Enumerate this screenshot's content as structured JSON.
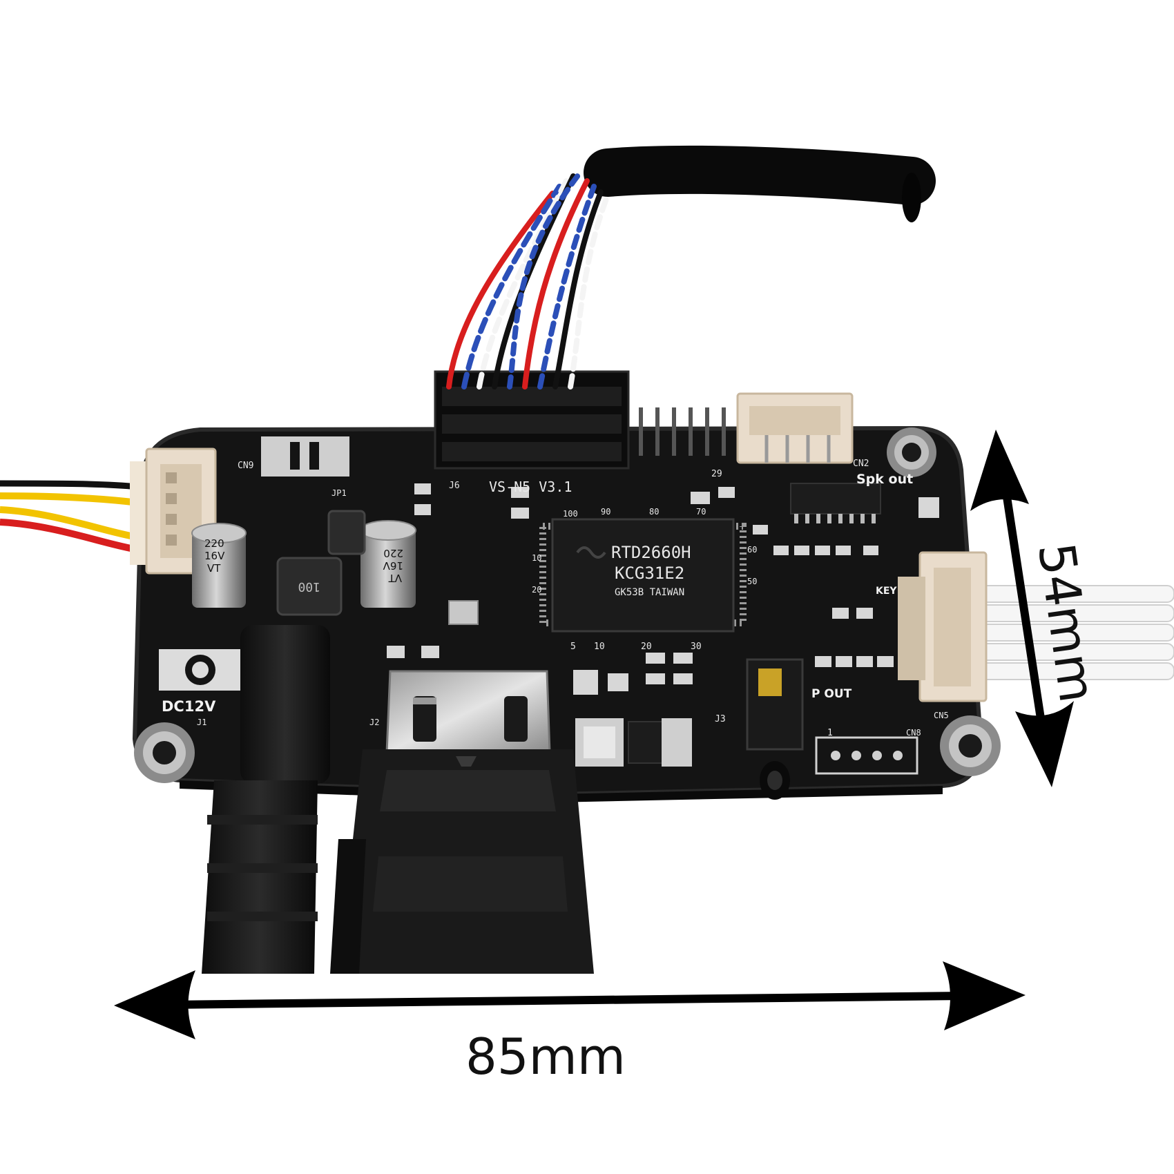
{
  "colors": {
    "pcb": "#141414",
    "pcb_edge": "#2a2a2a",
    "chip": "#1b1b1b",
    "silkscreen": "#e8e8e8",
    "connector": "#e9dccb",
    "wire_red": "#d81e1e",
    "wire_yellow": "#f2c300",
    "wire_black": "#111111",
    "wire_blue": "#2b4fb8",
    "wire_white": "#f4f4f4",
    "dimension_arrow": "#000000"
  },
  "board": {
    "model": "VS-N5 V3.1",
    "chip_line1": "RTD2660H",
    "chip_line2": "KCG31E2",
    "chip_line3": "GK53B TAIWAN",
    "pin_labels_top": [
      "100",
      "90",
      "80",
      "70"
    ],
    "pin_labels_left": [
      "10",
      "20"
    ],
    "pin_labels_right": [
      "60",
      "50"
    ],
    "pin_labels_bottom": [
      "5",
      "10",
      "20",
      "30"
    ],
    "power_label": "DC12V",
    "speaker_label": "Spk out",
    "audio_label": "P OUT",
    "key_label": "KEY",
    "cap1": [
      "220",
      "16V",
      "VT"
    ],
    "cap2": [
      "220",
      "16V",
      "VT"
    ],
    "inductor_label": "100",
    "ref_cn9": "CN9",
    "ref_cn2": "CN2",
    "ref_cn5": "CN5",
    "ref_cn8": "CN8",
    "ref_j1": "J1",
    "ref_j2": "J2",
    "ref_j3": "J3",
    "ref_j6": "J6",
    "ref_jp1": "JP1",
    "pin_29": "29",
    "pin_1": "1"
  },
  "dimensions": {
    "width": "85mm",
    "height": "54mm"
  }
}
